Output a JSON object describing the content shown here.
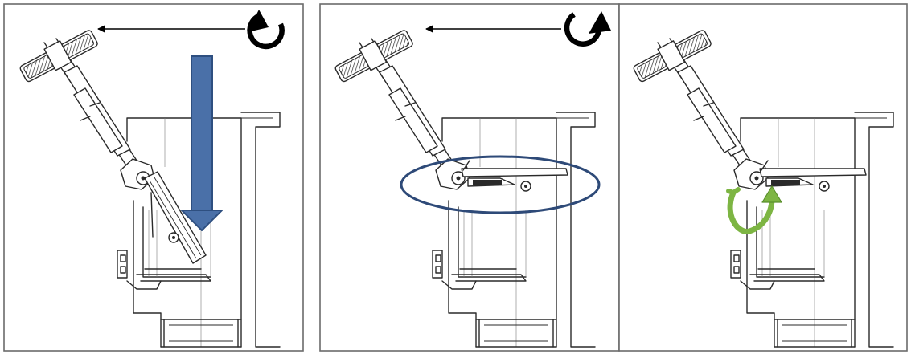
{
  "panels": [
    {
      "name": "step-1",
      "linkage": "open",
      "rotation": "counterclockwise",
      "annotation": "blue-down-arrow"
    },
    {
      "name": "step-2",
      "linkage": "closed",
      "rotation": "clockwise",
      "annotation": "blue-ellipse-highlight"
    },
    {
      "name": "step-3",
      "linkage": "closed",
      "rotation": "none",
      "annotation": "green-flip-arrow"
    }
  ],
  "colors": {
    "frame": "#6b6b6b",
    "drawing": "#2a2a2a",
    "blue_arrow": "#4a70a8",
    "blue_arrow_edge": "#2e4f80",
    "ellipse": "#2e4a78",
    "green_arrow": "#7db543",
    "green_arrow_edge": "#5a8f2c",
    "rotation_symbol": "#000000"
  },
  "icons": {
    "rotate_ccw": "rotate-ccw-icon",
    "rotate_cw": "rotate-cw-icon",
    "horizontal_arrow": "arrow-left-icon"
  }
}
